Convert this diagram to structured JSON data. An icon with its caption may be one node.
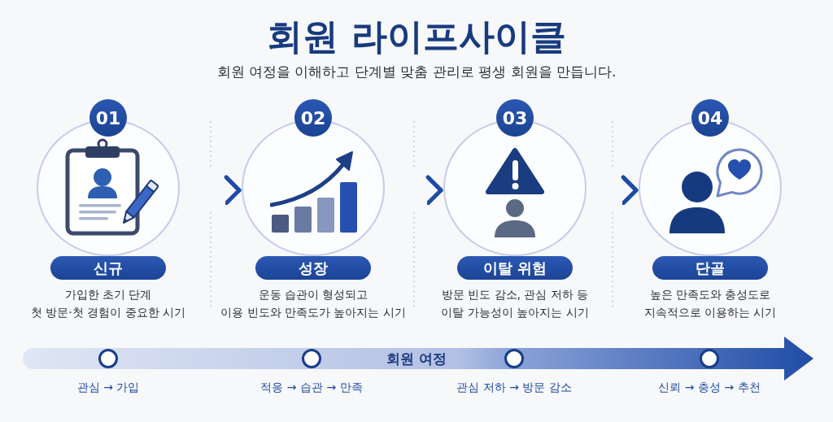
{
  "diagram": {
    "title": "회원 라이프사이클",
    "nodes": [
      {
        "text": [
          "01"
        ]
      },
      {
        "text": [],
        "shape": "circle"
      },
      {
        "text": [
          "신규"
        ],
        "beside": [
          "가입한 초기 단계 첫 방문·첫 경험이 중요한 시기"
        ]
      },
      {
        "text": [
          "02"
        ]
      },
      {
        "text": [],
        "shape": "circle"
      },
      {
        "text": [
          "성장"
        ],
        "beside": [
          "운동 습관이 형성되고 이용 빈도와 만족도가 높아지는 시기"
        ]
      },
      {
        "text": [
          "03"
        ]
      },
      {
        "text": [],
        "shape": "circle"
      },
      {
        "text": [
          "이탈 위험"
        ],
        "beside": [
          "방문 빈도 감소, 관심 저하 등 이탈 가능성이 높아지는 시기"
        ]
      },
      {
        "text": [
          "04"
        ]
      },
      {
        "text": [],
        "shape": "circle"
      },
      {
        "text": [
          "단골"
        ],
        "beside": [
          "높은 만족도와 충성도로 지속적으로 이용하는 시기"
        ]
      },
      {
        "text": [
          "회원 여정"
        ]
      },
      {
        "text": [],
        "shape": "circle",
        "in": 12,
        "beside": [
          "관심 → 가입"
        ]
      },
      {
        "text": [],
        "shape": "circle",
        "in": 12,
        "beside": [
          "적응 → 습관 → 만족"
        ]
      },
      {
        "text": [],
        "shape": "circle",
        "in": 12,
        "beside": [
          "관심 저하 → 방문 감소"
        ]
      },
      {
        "text": [],
        "shape": "circle",
        "in": 12,
        "beside": [
          "신뢰 → 충성 → 추천"
        ]
      }
    ],
    "edges": [
      {
        "from": 1,
        "to": 4,
        "arrow": "to"
      },
      {
        "from": 4,
        "to": 7,
        "arrow": "to"
      },
      {
        "from": 7,
        "to": 10,
        "arrow": "to"
      }
    ],
    "labels": [
      "회원 여정을 이해하고 단계별 맞춤 관리로 평생 회원을 만듭니다."
    ]
  }
}
